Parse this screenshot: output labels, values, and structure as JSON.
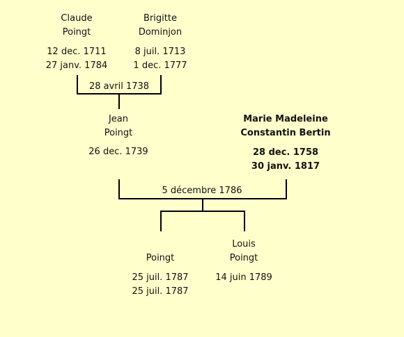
{
  "people": {
    "claude": {
      "first_name": "Claude",
      "last_name": "Poingt",
      "birth": "12 dec. 1711",
      "death": "27 janv. 1784"
    },
    "brigitte": {
      "first_name": "Brigitte",
      "last_name": "Dominjon",
      "birth": "8 juil. 1713",
      "death": "1 dec. 1777"
    },
    "jean": {
      "first_name": "Jean",
      "last_name": "Poingt",
      "birth": "26 dec. 1739"
    },
    "marie": {
      "first_name": "Marie Madeleine",
      "last_name": "Constantin Bertin",
      "birth": "28 dec. 1758",
      "death": "30 janv. 1817"
    },
    "child1": {
      "last_name": "Poingt",
      "birth": "25 juil. 1787",
      "death": "25 juil. 1787"
    },
    "louis": {
      "first_name": "Louis",
      "last_name": "Poingt",
      "birth": "14 juin 1789"
    }
  },
  "marriages": {
    "parents": "28 avril 1738",
    "jean_marie": "5 décembre 1786"
  }
}
